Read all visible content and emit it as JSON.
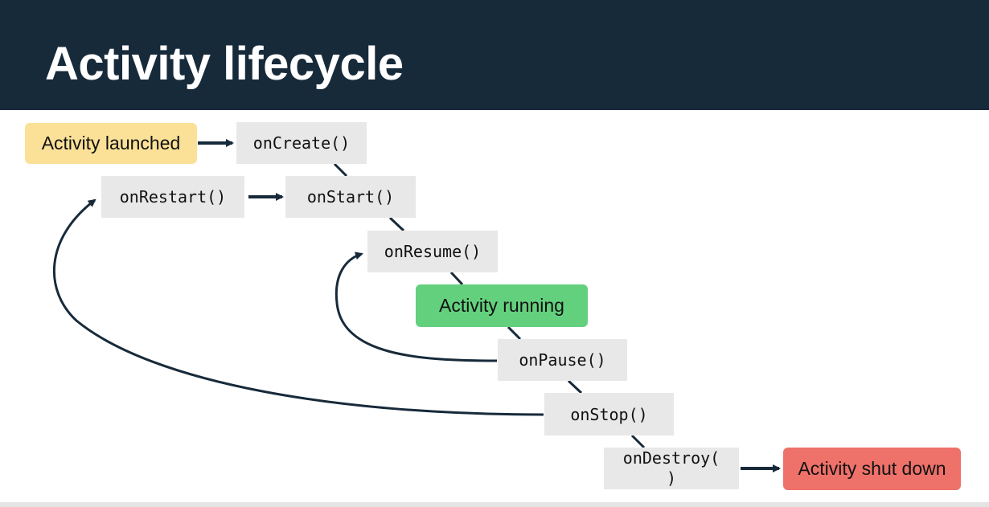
{
  "title": "Activity lifecycle",
  "colors": {
    "header_bg": "#172a3a",
    "method_bg": "#e8e8e8",
    "launched_bg": "#fbe198",
    "running_bg": "#63d07e",
    "shutdown_bg": "#ee716a",
    "arrow": "#172a3a"
  },
  "nodes": {
    "launched": "Activity launched",
    "on_create": "onCreate()",
    "on_restart": "onRestart()",
    "on_start": "onStart()",
    "on_resume": "onResume()",
    "running": "Activity running",
    "on_pause": "onPause()",
    "on_stop": "onStop()",
    "on_destroy": "onDestroy(\n)",
    "shutdown": "Activity shut down"
  },
  "edges": [
    {
      "from": "launched",
      "to": "on_create"
    },
    {
      "from": "on_create",
      "to": "on_start"
    },
    {
      "from": "on_restart",
      "to": "on_start"
    },
    {
      "from": "on_start",
      "to": "on_resume"
    },
    {
      "from": "on_resume",
      "to": "running"
    },
    {
      "from": "running",
      "to": "on_pause"
    },
    {
      "from": "on_pause",
      "to": "on_stop"
    },
    {
      "from": "on_stop",
      "to": "on_destroy"
    },
    {
      "from": "on_destroy",
      "to": "shutdown"
    },
    {
      "from": "on_pause",
      "to": "on_resume"
    },
    {
      "from": "on_stop",
      "to": "on_restart"
    }
  ]
}
